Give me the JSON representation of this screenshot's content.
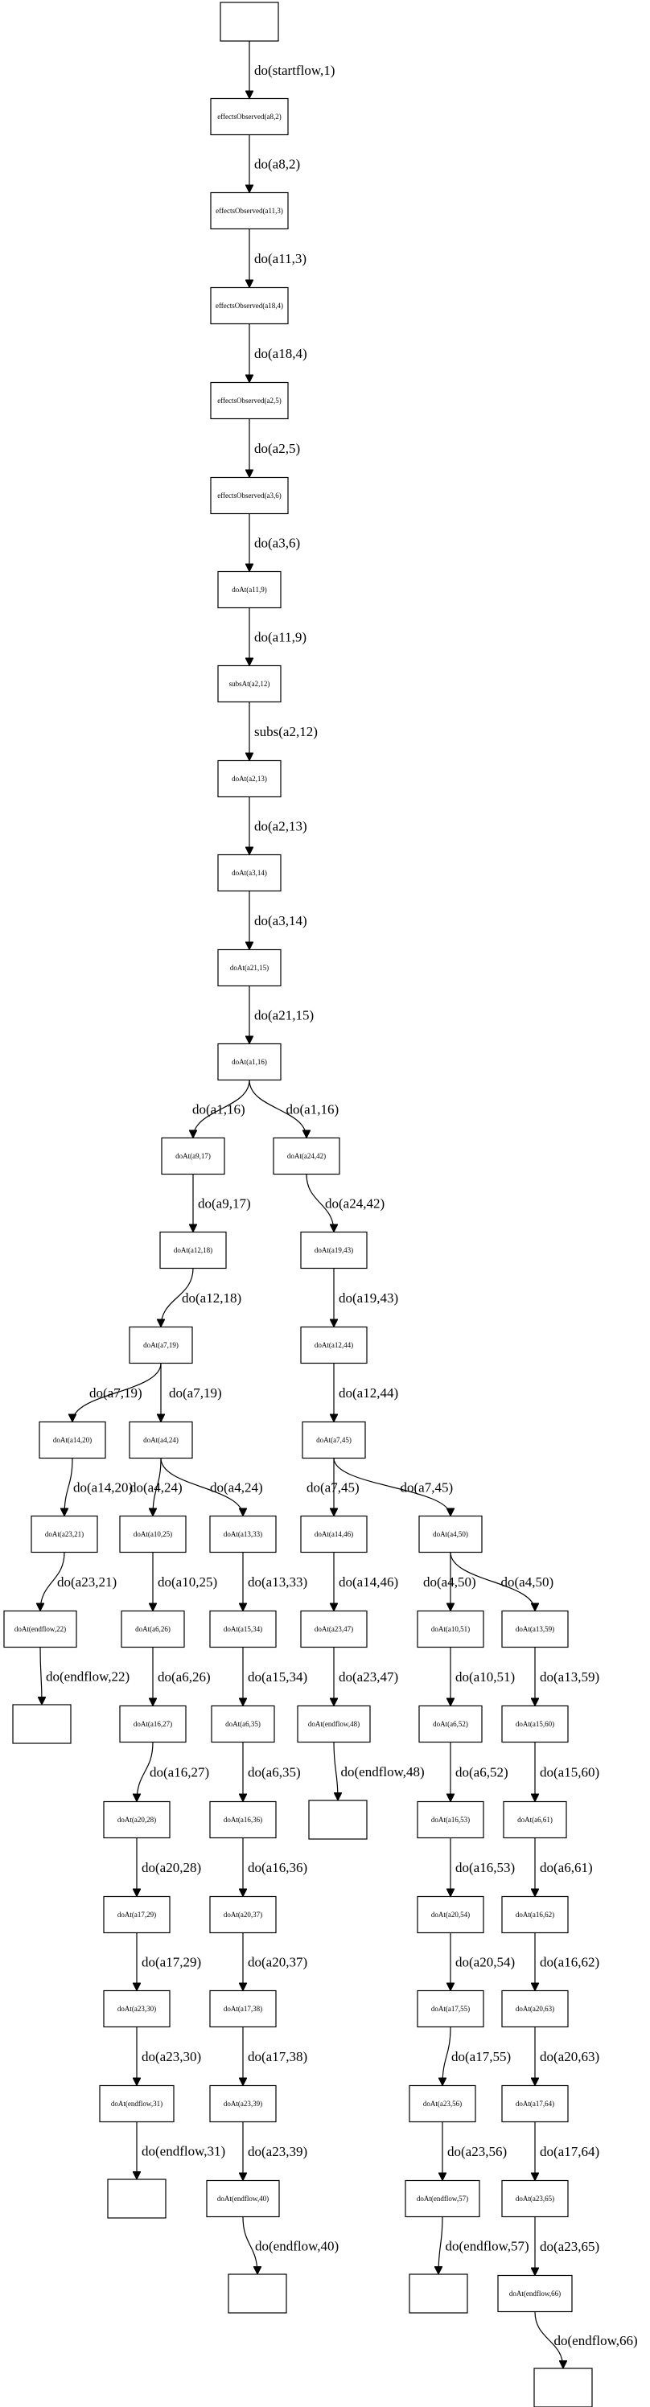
{
  "nodes": [
    {
      "id": "n0",
      "label": ""
    },
    {
      "id": "n1",
      "label": "effectsObserved(a8,2)"
    },
    {
      "id": "n2",
      "label": "effectsObserved(a11,3)"
    },
    {
      "id": "n3",
      "label": "effectsObserved(a18,4)"
    },
    {
      "id": "n4",
      "label": "effectsObserved(a2,5)"
    },
    {
      "id": "n5",
      "label": "effectsObserved(a3,6)"
    },
    {
      "id": "n6",
      "label": "doAt(a11,9)"
    },
    {
      "id": "n7",
      "label": "subsAt(a2,12)"
    },
    {
      "id": "n8",
      "label": "doAt(a2,13)"
    },
    {
      "id": "n9",
      "label": "doAt(a3,14)"
    },
    {
      "id": "n10",
      "label": "doAt(a21,15)"
    },
    {
      "id": "n11",
      "label": "doAt(a1,16)"
    },
    {
      "id": "n12",
      "label": "doAt(a9,17)"
    },
    {
      "id": "n13",
      "label": "doAt(a24,42)"
    },
    {
      "id": "n14",
      "label": "doAt(a12,18)"
    },
    {
      "id": "n15",
      "label": "doAt(a19,43)"
    },
    {
      "id": "n16",
      "label": "doAt(a7,19)"
    },
    {
      "id": "n17",
      "label": "doAt(a12,44)"
    },
    {
      "id": "n18",
      "label": "doAt(a14,20)"
    },
    {
      "id": "n19",
      "label": "doAt(a4,24)"
    },
    {
      "id": "n20",
      "label": "doAt(a7,45)"
    },
    {
      "id": "n21",
      "label": "doAt(a23,21)"
    },
    {
      "id": "n22",
      "label": "doAt(a10,25)"
    },
    {
      "id": "n23",
      "label": "doAt(a13,33)"
    },
    {
      "id": "n24",
      "label": "doAt(a14,46)"
    },
    {
      "id": "n25",
      "label": "doAt(a4,50)"
    },
    {
      "id": "n26",
      "label": "doAt(endflow,22)"
    },
    {
      "id": "n27",
      "label": "doAt(a6,26)"
    },
    {
      "id": "n28",
      "label": "doAt(a15,34)"
    },
    {
      "id": "n29",
      "label": "doAt(a23,47)"
    },
    {
      "id": "n30",
      "label": "doAt(a10,51)"
    },
    {
      "id": "n31",
      "label": "doAt(a13,59)"
    },
    {
      "id": "n32",
      "label": ""
    },
    {
      "id": "n33",
      "label": "doAt(a16,27)"
    },
    {
      "id": "n34",
      "label": "doAt(a6,35)"
    },
    {
      "id": "n35",
      "label": "doAt(endflow,48)"
    },
    {
      "id": "n36",
      "label": "doAt(a6,52)"
    },
    {
      "id": "n37",
      "label": "doAt(a15,60)"
    },
    {
      "id": "n38",
      "label": "doAt(a20,28)"
    },
    {
      "id": "n39",
      "label": "doAt(a16,36)"
    },
    {
      "id": "n40",
      "label": ""
    },
    {
      "id": "n41",
      "label": "doAt(a16,53)"
    },
    {
      "id": "n42",
      "label": "doAt(a6,61)"
    },
    {
      "id": "n43",
      "label": "doAt(a17,29)"
    },
    {
      "id": "n44",
      "label": "doAt(a20,37)"
    },
    {
      "id": "n45",
      "label": "doAt(a20,54)"
    },
    {
      "id": "n46",
      "label": "doAt(a16,62)"
    },
    {
      "id": "n47",
      "label": "doAt(a23,30)"
    },
    {
      "id": "n48",
      "label": "doAt(a17,38)"
    },
    {
      "id": "n49",
      "label": "doAt(a17,55)"
    },
    {
      "id": "n50",
      "label": "doAt(a20,63)"
    },
    {
      "id": "n51",
      "label": "doAt(endflow,31)"
    },
    {
      "id": "n52",
      "label": "doAt(a23,39)"
    },
    {
      "id": "n53",
      "label": "doAt(a23,56)"
    },
    {
      "id": "n54",
      "label": "doAt(a17,64)"
    },
    {
      "id": "n55",
      "label": ""
    },
    {
      "id": "n56",
      "label": "doAt(endflow,40)"
    },
    {
      "id": "n57",
      "label": "doAt(endflow,57)"
    },
    {
      "id": "n58",
      "label": "doAt(a23,65)"
    },
    {
      "id": "n59",
      "label": ""
    },
    {
      "id": "n60",
      "label": ""
    },
    {
      "id": "n61",
      "label": "doAt(endflow,66)"
    },
    {
      "id": "n62",
      "label": ""
    }
  ],
  "edges": [
    {
      "from": "n0",
      "to": "n1",
      "label": "do(startflow,1)"
    },
    {
      "from": "n1",
      "to": "n2",
      "label": "do(a8,2)"
    },
    {
      "from": "n2",
      "to": "n3",
      "label": "do(a11,3)"
    },
    {
      "from": "n3",
      "to": "n4",
      "label": "do(a18,4)"
    },
    {
      "from": "n4",
      "to": "n5",
      "label": "do(a2,5)"
    },
    {
      "from": "n5",
      "to": "n6",
      "label": "do(a3,6)"
    },
    {
      "from": "n6",
      "to": "n7",
      "label": "do(a11,9)"
    },
    {
      "from": "n7",
      "to": "n8",
      "label": "subs(a2,12)"
    },
    {
      "from": "n8",
      "to": "n9",
      "label": "do(a2,13)"
    },
    {
      "from": "n9",
      "to": "n10",
      "label": "do(a3,14)"
    },
    {
      "from": "n10",
      "to": "n11",
      "label": "do(a21,15)"
    },
    {
      "from": "n11",
      "to": "n12",
      "label": "do(a1,16)"
    },
    {
      "from": "n11",
      "to": "n13",
      "label": "do(a1,16)"
    },
    {
      "from": "n12",
      "to": "n14",
      "label": "do(a9,17)"
    },
    {
      "from": "n13",
      "to": "n15",
      "label": "do(a24,42)"
    },
    {
      "from": "n14",
      "to": "n16",
      "label": "do(a12,18)"
    },
    {
      "from": "n15",
      "to": "n17",
      "label": "do(a19,43)"
    },
    {
      "from": "n16",
      "to": "n18",
      "label": "do(a7,19)"
    },
    {
      "from": "n16",
      "to": "n19",
      "label": "do(a7,19)"
    },
    {
      "from": "n17",
      "to": "n20",
      "label": "do(a12,44)"
    },
    {
      "from": "n18",
      "to": "n21",
      "label": "do(a14,20)"
    },
    {
      "from": "n19",
      "to": "n22",
      "label": "do(a4,24)"
    },
    {
      "from": "n19",
      "to": "n23",
      "label": "do(a4,24)"
    },
    {
      "from": "n20",
      "to": "n24",
      "label": "do(a7,45)"
    },
    {
      "from": "n20",
      "to": "n25",
      "label": "do(a7,45)"
    },
    {
      "from": "n21",
      "to": "n26",
      "label": "do(a23,21)"
    },
    {
      "from": "n22",
      "to": "n27",
      "label": "do(a10,25)"
    },
    {
      "from": "n23",
      "to": "n28",
      "label": "do(a13,33)"
    },
    {
      "from": "n24",
      "to": "n29",
      "label": "do(a14,46)"
    },
    {
      "from": "n25",
      "to": "n30",
      "label": "do(a4,50)"
    },
    {
      "from": "n25",
      "to": "n31",
      "label": "do(a4,50)"
    },
    {
      "from": "n26",
      "to": "n32",
      "label": "do(endflow,22)"
    },
    {
      "from": "n27",
      "to": "n33",
      "label": "do(a6,26)"
    },
    {
      "from": "n28",
      "to": "n34",
      "label": "do(a15,34)"
    },
    {
      "from": "n29",
      "to": "n35",
      "label": "do(a23,47)"
    },
    {
      "from": "n30",
      "to": "n36",
      "label": "do(a10,51)"
    },
    {
      "from": "n31",
      "to": "n37",
      "label": "do(a13,59)"
    },
    {
      "from": "n33",
      "to": "n38",
      "label": "do(a16,27)"
    },
    {
      "from": "n34",
      "to": "n39",
      "label": "do(a6,35)"
    },
    {
      "from": "n35",
      "to": "n40",
      "label": "do(endflow,48)"
    },
    {
      "from": "n36",
      "to": "n41",
      "label": "do(a6,52)"
    },
    {
      "from": "n37",
      "to": "n42",
      "label": "do(a15,60)"
    },
    {
      "from": "n38",
      "to": "n43",
      "label": "do(a20,28)"
    },
    {
      "from": "n39",
      "to": "n44",
      "label": "do(a16,36)"
    },
    {
      "from": "n41",
      "to": "n45",
      "label": "do(a16,53)"
    },
    {
      "from": "n42",
      "to": "n46",
      "label": "do(a6,61)"
    },
    {
      "from": "n43",
      "to": "n47",
      "label": "do(a17,29)"
    },
    {
      "from": "n44",
      "to": "n48",
      "label": "do(a20,37)"
    },
    {
      "from": "n45",
      "to": "n49",
      "label": "do(a20,54)"
    },
    {
      "from": "n46",
      "to": "n50",
      "label": "do(a16,62)"
    },
    {
      "from": "n47",
      "to": "n51",
      "label": "do(a23,30)"
    },
    {
      "from": "n48",
      "to": "n52",
      "label": "do(a17,38)"
    },
    {
      "from": "n49",
      "to": "n53",
      "label": "do(a17,55)"
    },
    {
      "from": "n50",
      "to": "n54",
      "label": "do(a20,63)"
    },
    {
      "from": "n51",
      "to": "n55",
      "label": "do(endflow,31)"
    },
    {
      "from": "n52",
      "to": "n56",
      "label": "do(a23,39)"
    },
    {
      "from": "n53",
      "to": "n57",
      "label": "do(a23,56)"
    },
    {
      "from": "n54",
      "to": "n58",
      "label": "do(a17,64)"
    },
    {
      "from": "n56",
      "to": "n59",
      "label": "do(endflow,40)"
    },
    {
      "from": "n57",
      "to": "n60",
      "label": "do(endflow,57)"
    },
    {
      "from": "n58",
      "to": "n61",
      "label": "do(a23,65)"
    },
    {
      "from": "n61",
      "to": "n62",
      "label": "do(endflow,66)"
    }
  ]
}
